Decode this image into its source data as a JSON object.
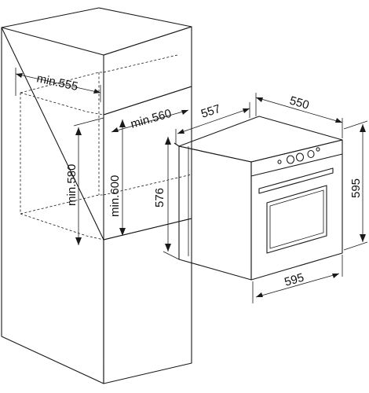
{
  "labels": {
    "cabinet_width": "min.555",
    "cabinet_depth": "min.560",
    "niche_height_front": "min.580",
    "niche_height_inner": "min.600",
    "oven_side_height": "576",
    "oven_depth": "557",
    "oven_top_width": "550",
    "oven_front_width": "595",
    "oven_front_height": "595"
  },
  "colors": {
    "ink": "#1a1a1a",
    "background": "#ffffff"
  }
}
